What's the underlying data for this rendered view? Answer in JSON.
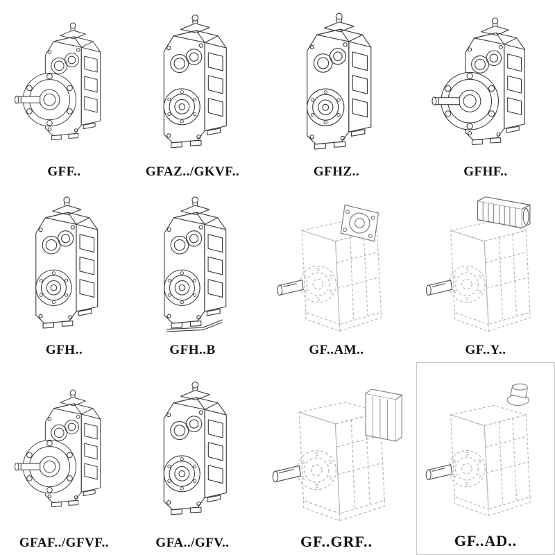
{
  "page": {
    "background": "#ffffff",
    "line_color": "#3b3b3b",
    "phantom_line_color": "#b5b5b5"
  },
  "grid": {
    "cells": [
      {
        "label": "GFF..",
        "variant": "output-flange-with-shaft",
        "style": "solid"
      },
      {
        "label": "GFAZ../GKVF..",
        "variant": "hollow-shaft-front-bores",
        "style": "solid"
      },
      {
        "label": "GFHZ..",
        "variant": "hollow-shaft-front-bores",
        "style": "solid"
      },
      {
        "label": "GFHF..",
        "variant": "output-flange-with-shaft",
        "style": "solid"
      },
      {
        "label": "GFH..",
        "variant": "hollow-shaft-front-bores",
        "style": "solid"
      },
      {
        "label": "GFH..B",
        "variant": "hollow-shaft-foot-mounted",
        "style": "solid"
      },
      {
        "label": "GF..AM..",
        "variant": "motor-adapter-flange",
        "style": "phantom"
      },
      {
        "label": "GF..Y..",
        "variant": "mounted-motor",
        "style": "phantom"
      },
      {
        "label": "GFAF../GFVF..",
        "variant": "output-flange-with-shaft",
        "style": "solid"
      },
      {
        "label": "GFA../GFV..",
        "variant": "hollow-shaft-front-bores",
        "style": "solid"
      },
      {
        "label": "GF..GRF..",
        "variant": "cover-housing-box",
        "style": "phantom"
      },
      {
        "label": "GF..AD..",
        "variant": "input-shaft-adapter",
        "style": "phantom"
      }
    ]
  }
}
